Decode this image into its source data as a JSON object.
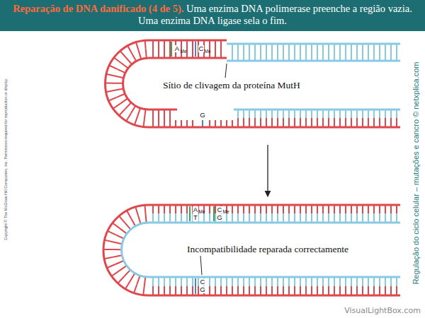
{
  "diagram": {
    "title": "Reparação de DNA danificado (4 de 5).",
    "labels": [
      "Uma enzima DNA polimerase preenche a região vazia. Uma enzima DNA ligase sela o fim.",
      "A",
      "Me",
      "C",
      "Me",
      "Sítio de clivagem da proteína MutH",
      "G",
      "A",
      "Me",
      "C",
      "Me",
      "T",
      "G",
      "Incompatibilidade reparada correctamente",
      "C",
      "G",
      "Copyright © The McGraw-Hill Companies, Inc. Permission required for reproduction or display.",
      "Regulação do ciclo celular – mutações e cancro © netxplica.com",
      "VisualLightBox.com"
    ]
  }
}
